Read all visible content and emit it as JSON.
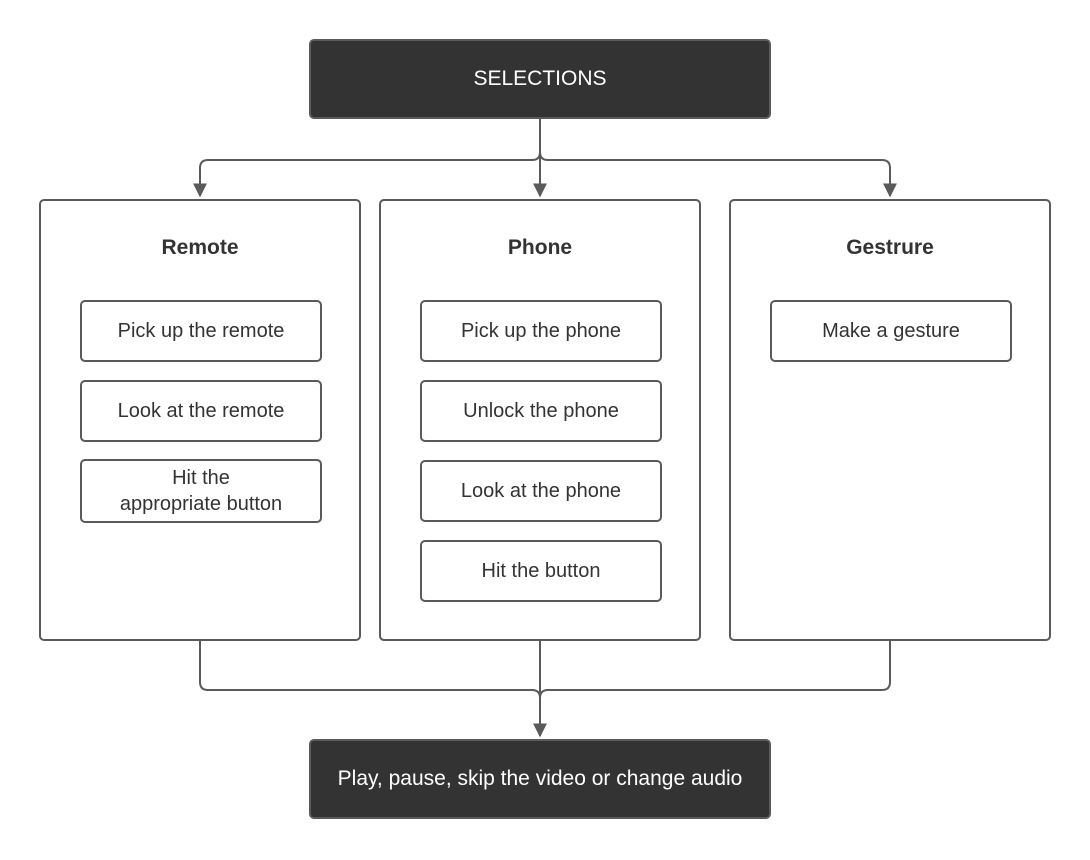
{
  "top": {
    "label": "SELECTIONS"
  },
  "bottom": {
    "label": "Play, pause, skip the video or change audio"
  },
  "columns": {
    "remote": {
      "title": "Remote",
      "steps": [
        "Pick up the remote",
        "Look at the remote",
        "Hit the\nappropriate button"
      ]
    },
    "phone": {
      "title": "Phone",
      "steps": [
        "Pick up the phone",
        "Unlock the phone",
        "Look at the phone",
        "Hit the button"
      ]
    },
    "gesture": {
      "title": "Gestrure",
      "steps": [
        "Make a gesture"
      ]
    }
  },
  "colors": {
    "dark_fill": "#333333",
    "stroke": "#5a5a5a",
    "text_dark": "#333333",
    "text_light": "#ffffff"
  }
}
